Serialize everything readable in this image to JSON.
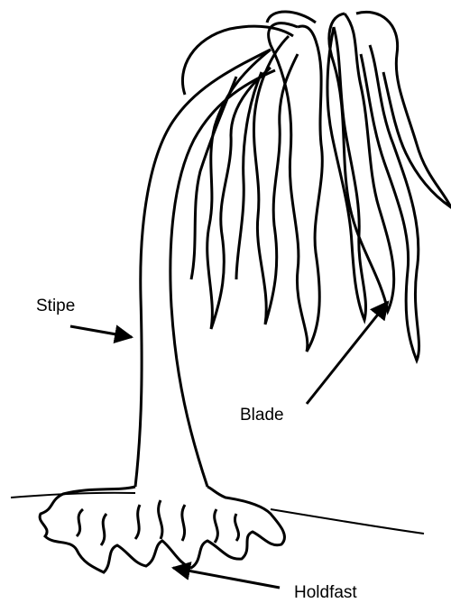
{
  "diagram": {
    "labels": {
      "stipe": "Stipe",
      "blade": "Blade",
      "holdfast": "Holdfast"
    },
    "line_color": "#000000",
    "background": "#ffffff"
  }
}
